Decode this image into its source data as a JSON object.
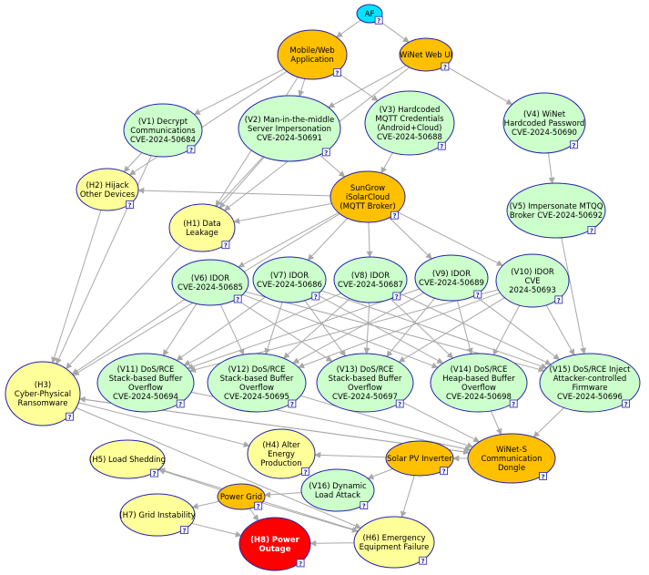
{
  "help_glyph": "?",
  "colors": {
    "source": "#00e5ff",
    "asset": "#ffc000",
    "vuln": "#ccffcc",
    "hazard": "#ffff99",
    "final": "#ff0000",
    "edge": "#a8a8a8",
    "outline": "#2222aa"
  },
  "nodes": {
    "af": {
      "lines": [
        "AF"
      ]
    },
    "mobile": {
      "lines": [
        "Mobile/Web",
        "Application"
      ]
    },
    "winet_web": {
      "lines": [
        "WiNet Web UI"
      ]
    },
    "v1": {
      "lines": [
        "(V1) Decrypt",
        "Communications",
        "CVE-2024-50684"
      ]
    },
    "v2": {
      "lines": [
        "(V2) Man-in-the-middle",
        "Server Impersonation",
        "CVE-2024-50691"
      ]
    },
    "v3": {
      "lines": [
        "(V3) Hardcoded",
        "MQTT Credentials",
        "(Android+Cloud)",
        "CVE-2024-50688"
      ]
    },
    "v4": {
      "lines": [
        "(V4) WiNet",
        "Hardcoded Password",
        "CVE-2024-50690"
      ]
    },
    "h2": {
      "lines": [
        "(H2) Hijack",
        "Other Devices"
      ]
    },
    "sungrow": {
      "lines": [
        "SunGrow",
        "iSolarCloud",
        "(MQTT Broker)"
      ]
    },
    "h1": {
      "lines": [
        "(H1) Data",
        "Leakage"
      ]
    },
    "v5": {
      "lines": [
        "(V5) Impersonate MTQQ",
        "Broker CVE-2024-50692"
      ]
    },
    "v6": {
      "lines": [
        "(V6) IDOR",
        "CVE-2024-50685"
      ]
    },
    "v7": {
      "lines": [
        "(V7) IDOR",
        "CVE-2024-50686"
      ]
    },
    "v8": {
      "lines": [
        "(V8) IDOR",
        "CVE-2024-50687"
      ]
    },
    "v9": {
      "lines": [
        "(V9) IDOR",
        "CVE-2024-50689"
      ]
    },
    "v10": {
      "lines": [
        "(V10) IDOR",
        "CVE",
        "2024-50693"
      ]
    },
    "h3": {
      "lines": [
        "(H3)",
        "Cyber-Physical",
        "Ransomware"
      ]
    },
    "v11": {
      "lines": [
        "(V11) DoS/RCE",
        "Stack-based Buffer",
        "Overflow",
        "CVE-2024-50694"
      ]
    },
    "v12": {
      "lines": [
        "(V12) DoS/RCE",
        "Stack-based Buffer",
        "Overflow",
        "CVE-2024-50695"
      ]
    },
    "v13": {
      "lines": [
        "(V13) DoS/RCE",
        "Stack-based Buffer",
        "Overflow",
        "CVE-2024-50697"
      ]
    },
    "v14": {
      "lines": [
        "(V14) DoS/RCE",
        "Heap-based Buffer",
        "Overflow",
        "CVE-2024-50698"
      ]
    },
    "v15": {
      "lines": [
        "(V15) DoS/RCE Inject",
        "Attacker-controlled",
        "Firmware",
        "CVE-2024-50696"
      ]
    },
    "h5": {
      "lines": [
        "(H5) Load Shedding"
      ]
    },
    "h4": {
      "lines": [
        "(H4) Alter",
        "Energy",
        "Production"
      ]
    },
    "solar": {
      "lines": [
        "Solar PV Inverter"
      ]
    },
    "dongle": {
      "lines": [
        "WiNet-S",
        "Communication",
        "Dongle"
      ]
    },
    "v16": {
      "lines": [
        "(V16) Dynamic",
        "Load Attack"
      ]
    },
    "grid": {
      "lines": [
        "Power Grid"
      ]
    },
    "h7": {
      "lines": [
        "(H7) Grid Instability"
      ]
    },
    "h6": {
      "lines": [
        "(H6) Emergency",
        "Equipment Failure"
      ]
    },
    "h8": {
      "lines": [
        "(H8) Power",
        "Outage"
      ]
    }
  },
  "edges": [
    [
      "af",
      "mobile"
    ],
    [
      "af",
      "winet_web"
    ],
    [
      "mobile",
      "v1"
    ],
    [
      "mobile",
      "v2"
    ],
    [
      "mobile",
      "v3"
    ],
    [
      "mobile",
      "h2"
    ],
    [
      "mobile",
      "h1"
    ],
    [
      "winet_web",
      "v4"
    ],
    [
      "winet_web",
      "v2"
    ],
    [
      "winet_web",
      "h1"
    ],
    [
      "v1",
      "h2"
    ],
    [
      "v1",
      "h3"
    ],
    [
      "v2",
      "sungrow"
    ],
    [
      "v2",
      "h1"
    ],
    [
      "v2",
      "h3"
    ],
    [
      "v3",
      "sungrow"
    ],
    [
      "v4",
      "v5"
    ],
    [
      "sungrow",
      "h2"
    ],
    [
      "sungrow",
      "h1"
    ],
    [
      "sungrow",
      "v6"
    ],
    [
      "sungrow",
      "v7"
    ],
    [
      "sungrow",
      "v8"
    ],
    [
      "sungrow",
      "v9"
    ],
    [
      "sungrow",
      "v10"
    ],
    [
      "sungrow",
      "h3"
    ],
    [
      "v5",
      "v15"
    ],
    [
      "v6",
      "v11"
    ],
    [
      "v6",
      "v12"
    ],
    [
      "v6",
      "v13"
    ],
    [
      "v6",
      "v14"
    ],
    [
      "v6",
      "v15"
    ],
    [
      "v6",
      "h3"
    ],
    [
      "v7",
      "v11"
    ],
    [
      "v7",
      "v12"
    ],
    [
      "v7",
      "v13"
    ],
    [
      "v7",
      "v14"
    ],
    [
      "v7",
      "v15"
    ],
    [
      "v8",
      "v11"
    ],
    [
      "v8",
      "v12"
    ],
    [
      "v8",
      "v13"
    ],
    [
      "v8",
      "v14"
    ],
    [
      "v8",
      "v15"
    ],
    [
      "v9",
      "v11"
    ],
    [
      "v9",
      "v12"
    ],
    [
      "v9",
      "v13"
    ],
    [
      "v9",
      "v14"
    ],
    [
      "v9",
      "v15"
    ],
    [
      "v10",
      "v11"
    ],
    [
      "v10",
      "v12"
    ],
    [
      "v10",
      "v13"
    ],
    [
      "v10",
      "v14"
    ],
    [
      "v10",
      "v15"
    ],
    [
      "v11",
      "dongle"
    ],
    [
      "v12",
      "dongle"
    ],
    [
      "v13",
      "dongle"
    ],
    [
      "v14",
      "dongle"
    ],
    [
      "v15",
      "dongle"
    ],
    [
      "h2",
      "h3"
    ],
    [
      "h3",
      "h4"
    ],
    [
      "h3",
      "dongle"
    ],
    [
      "h3",
      "h6"
    ],
    [
      "dongle",
      "solar"
    ],
    [
      "dongle",
      "h3"
    ],
    [
      "solar",
      "h4"
    ],
    [
      "solar",
      "v16"
    ],
    [
      "solar",
      "h6"
    ],
    [
      "v16",
      "grid"
    ],
    [
      "grid",
      "h5"
    ],
    [
      "grid",
      "h7"
    ],
    [
      "grid",
      "h8"
    ],
    [
      "grid",
      "h6"
    ],
    [
      "h6",
      "h5"
    ],
    [
      "h7",
      "h8"
    ],
    [
      "h6",
      "h8"
    ]
  ]
}
